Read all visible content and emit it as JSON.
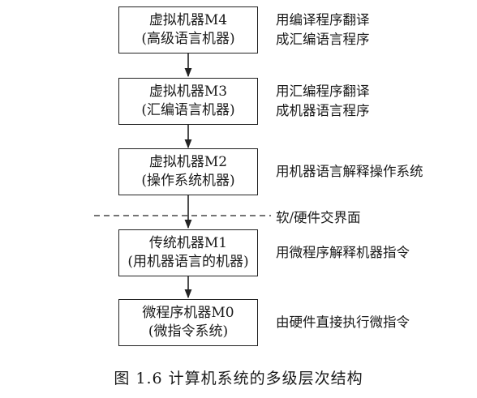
{
  "levels": [
    {
      "name": "虚拟机器M4",
      "sub": "(高级语言机器)",
      "desc": [
        "用编译程序翻译",
        "成汇编语言程序"
      ]
    },
    {
      "name": "虚拟机器M3",
      "sub": "(汇编语言机器)",
      "desc": [
        "用汇编程序翻译",
        "成机器语言程序"
      ]
    },
    {
      "name": "虚拟机器M2",
      "sub": "(操作系统机器)",
      "desc": [
        "用机器语言解释操作系统"
      ]
    },
    {
      "name": "传统机器M1",
      "sub": "(用机器语言的机器)",
      "desc": [
        "用微程序解释机器指令"
      ]
    },
    {
      "name": "微程序机器M0",
      "sub": "(微指令系统)",
      "desc": [
        "由硬件直接执行微指令"
      ]
    }
  ],
  "interface_label": "软/硬件交界面",
  "caption": "图 1.6   计算机系统的多级层次结构"
}
